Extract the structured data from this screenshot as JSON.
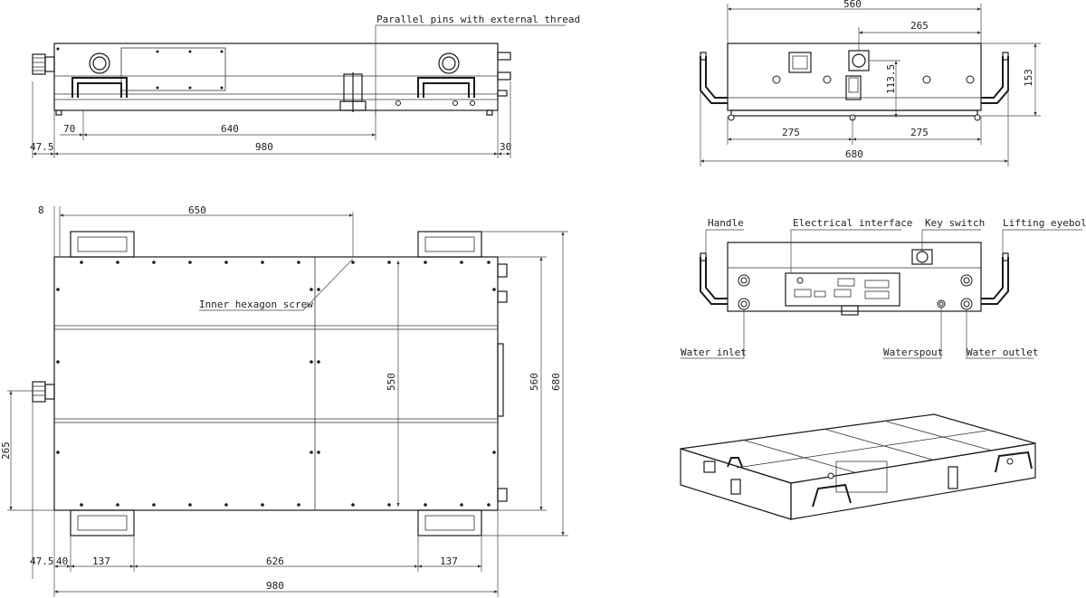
{
  "labels": {
    "parallel_pins": "Parallel pins with external thread",
    "inner_hexagon": "Inner hexagon screw",
    "handle": "Handle",
    "electrical_interface": "Electrical interface",
    "key_switch": "Key switch",
    "lifting_eyebolt": "Lifting eyebolt",
    "water_inlet": "Water inlet",
    "waterspout": "Waterspout",
    "water_outlet": "Water outlet"
  },
  "dimensions": {
    "side_70": "70",
    "side_640": "640",
    "side_47_5": "47.5",
    "side_980": "980",
    "side_30": "30",
    "end_560": "560",
    "end_265": "265",
    "end_113_5": "113.5",
    "end_153": "153",
    "end_275_left": "275",
    "end_275_right": "275",
    "end_680": "680",
    "top_8": "8",
    "top_650": "650",
    "top_550": "550",
    "top_560": "560",
    "top_680": "680",
    "top_265": "265",
    "top_47_5": "47.5",
    "top_40": "40",
    "top_137_left": "137",
    "top_626": "626",
    "top_137_right": "137",
    "top_980": "980"
  }
}
